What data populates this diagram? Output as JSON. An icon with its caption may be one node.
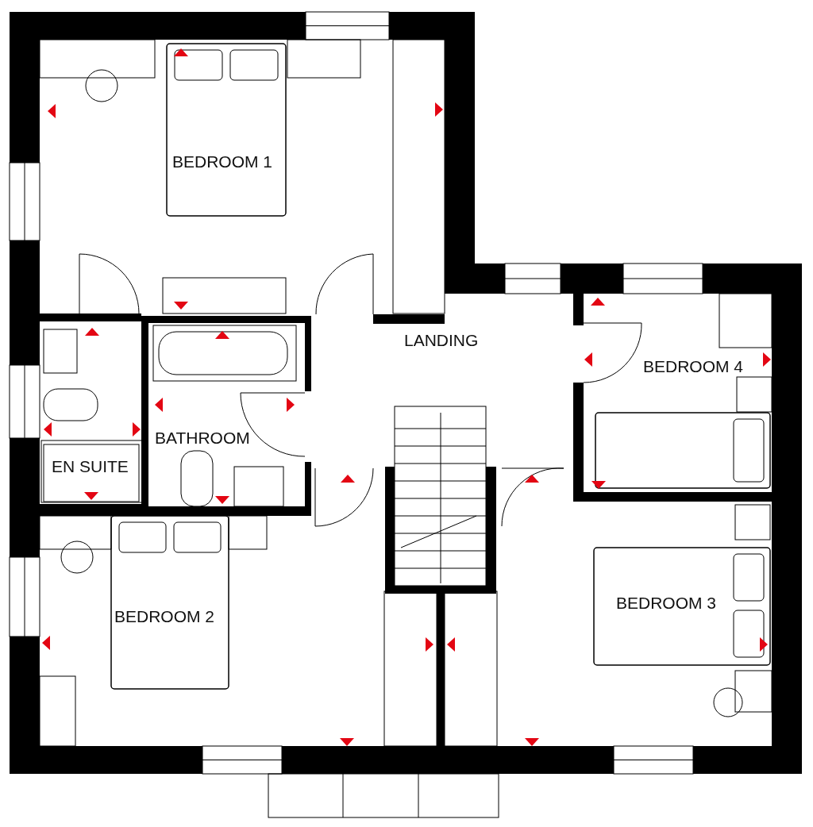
{
  "diagram": {
    "labels": [
      "BEDROOM 1",
      "LANDING",
      "BEDROOM 4",
      "BATHROOM",
      "EN SUITE",
      "BEDROOM 2",
      "BEDROOM 3"
    ]
  }
}
